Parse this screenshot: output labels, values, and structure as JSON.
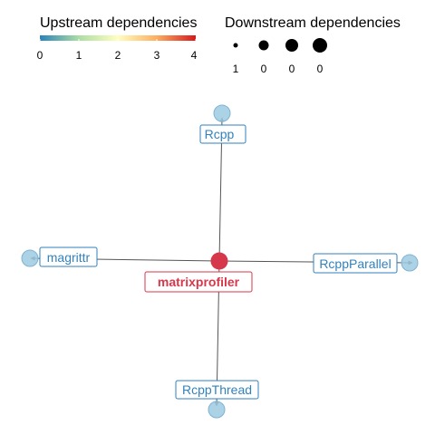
{
  "legend": {
    "upstream": {
      "title": "Upstream dependencies",
      "ticks": [
        "0",
        "1",
        "2",
        "3",
        "4"
      ],
      "gradient": [
        "#2b83ba",
        "#abdda4",
        "#ffffbf",
        "#fdae61",
        "#d7191c"
      ]
    },
    "downstream": {
      "title": "Downstream dependencies",
      "ticks": [
        "1",
        "0",
        "0",
        "0"
      ]
    }
  },
  "colors": {
    "root": "#d7374a",
    "dependency_node": "#9ecae1",
    "dependency_stroke": "#7fb3d5",
    "dependency_text": "#3182bd",
    "root_text": "#d7374a",
    "edge": "#555555"
  },
  "graph": {
    "root": {
      "label": "matrixprofiler"
    },
    "dependencies": [
      {
        "id": "rcpp",
        "label": "Rcpp"
      },
      {
        "id": "magrittr",
        "label": "magrittr"
      },
      {
        "id": "rcppparallel",
        "label": "RcppParallel"
      },
      {
        "id": "rcppthread",
        "label": "RcppThread"
      }
    ]
  }
}
